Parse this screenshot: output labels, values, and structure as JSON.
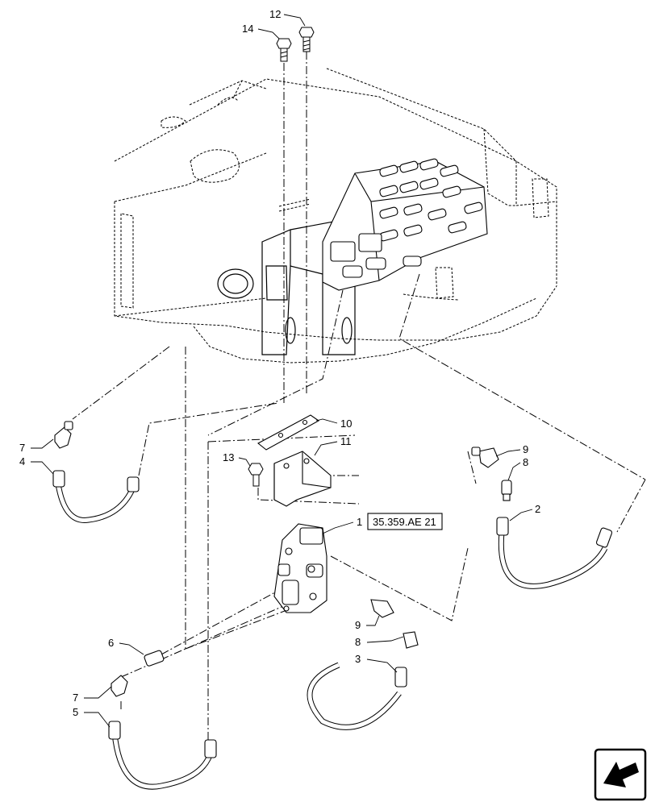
{
  "diagram": {
    "reference_box": "35.359.AE 21",
    "callouts": [
      {
        "id": "c12",
        "label": "12"
      },
      {
        "id": "c14",
        "label": "14"
      },
      {
        "id": "c10",
        "label": "10"
      },
      {
        "id": "c11",
        "label": "11"
      },
      {
        "id": "c13",
        "label": "13"
      },
      {
        "id": "c1",
        "label": "1"
      },
      {
        "id": "c7a",
        "label": "7"
      },
      {
        "id": "c4",
        "label": "4"
      },
      {
        "id": "c9a",
        "label": "9"
      },
      {
        "id": "c8a",
        "label": "8"
      },
      {
        "id": "c2",
        "label": "2"
      },
      {
        "id": "c6",
        "label": "6"
      },
      {
        "id": "c7b",
        "label": "7"
      },
      {
        "id": "c5",
        "label": "5"
      },
      {
        "id": "c9b",
        "label": "9"
      },
      {
        "id": "c8b",
        "label": "8"
      },
      {
        "id": "c3",
        "label": "3"
      }
    ],
    "nav_icon": "arrow-previous-icon"
  }
}
